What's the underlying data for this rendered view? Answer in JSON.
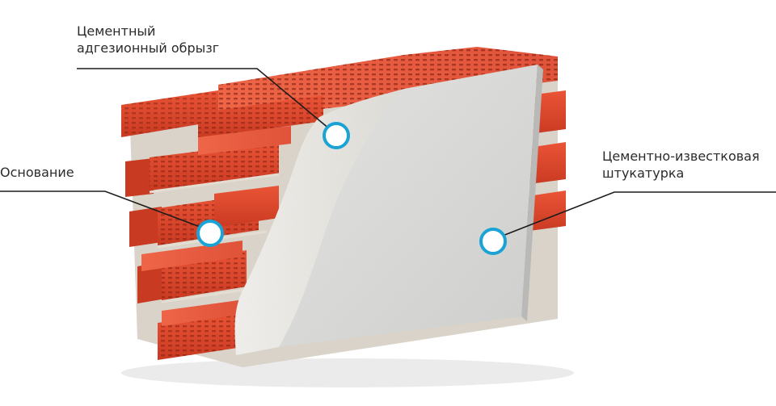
{
  "labels": {
    "spray": {
      "line1": "Цементный",
      "line2": "адгезионный обрызг"
    },
    "base": {
      "line1": "Основание"
    },
    "plaster": {
      "line1": "Цементно-известковая",
      "line2": "штукатурка"
    }
  },
  "colors": {
    "brick": "#e0442b",
    "brick_dark": "#b8301d",
    "brick_top": "#ef6a4c",
    "mortar": "#d9d4cc",
    "spray": "#e9e8e4",
    "plaster": "#dcdcda",
    "marker": "#1aa3d4",
    "leader": "#1c1c1c"
  }
}
